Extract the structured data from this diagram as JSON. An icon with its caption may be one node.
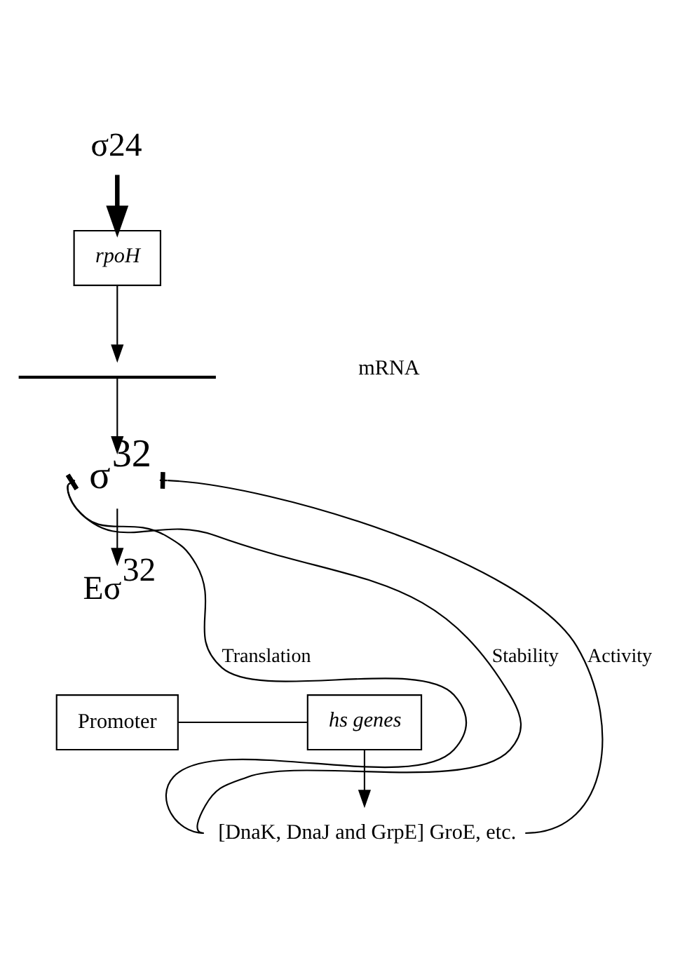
{
  "diagram": {
    "nodes": [
      {
        "text": [
          "σ24"
        ]
      },
      {
        "text": [
          "rpoH"
        ]
      },
      {
        "text": [],
        "shape": "curve"
      },
      {
        "text": [
          "σ$^{32}$"
        ]
      },
      {
        "text": [
          "Eσ$^{32}$"
        ]
      },
      {
        "text": [
          "Promoter"
        ]
      },
      {
        "text": [
          "hs genes"
        ]
      },
      {
        "text": [
          "[DnaK, DnaJ and GrpE] GroE, etc."
        ]
      }
    ],
    "edges": [
      {
        "from": 0,
        "to": 1,
        "arrow": "to",
        "style": "thick"
      },
      {
        "from": 1,
        "to": 2,
        "arrow": "to"
      },
      {
        "from": 2,
        "to": 3,
        "arrow": "to"
      },
      {
        "from": 3,
        "to": 4,
        "arrow": "to"
      },
      {
        "from": 5,
        "to": 6,
        "arrow": "none"
      },
      {
        "from": 6,
        "to": 7,
        "arrow": "to"
      },
      {
        "from": 7,
        "to": 3,
        "arrow": "other",
        "label": "Translation"
      },
      {
        "from": 7,
        "to": 3,
        "arrow": "other",
        "label": "Stability"
      },
      {
        "from": 7,
        "to": 3,
        "arrow": "other",
        "label": "Activity"
      }
    ],
    "labels": [
      "mRNA"
    ]
  }
}
